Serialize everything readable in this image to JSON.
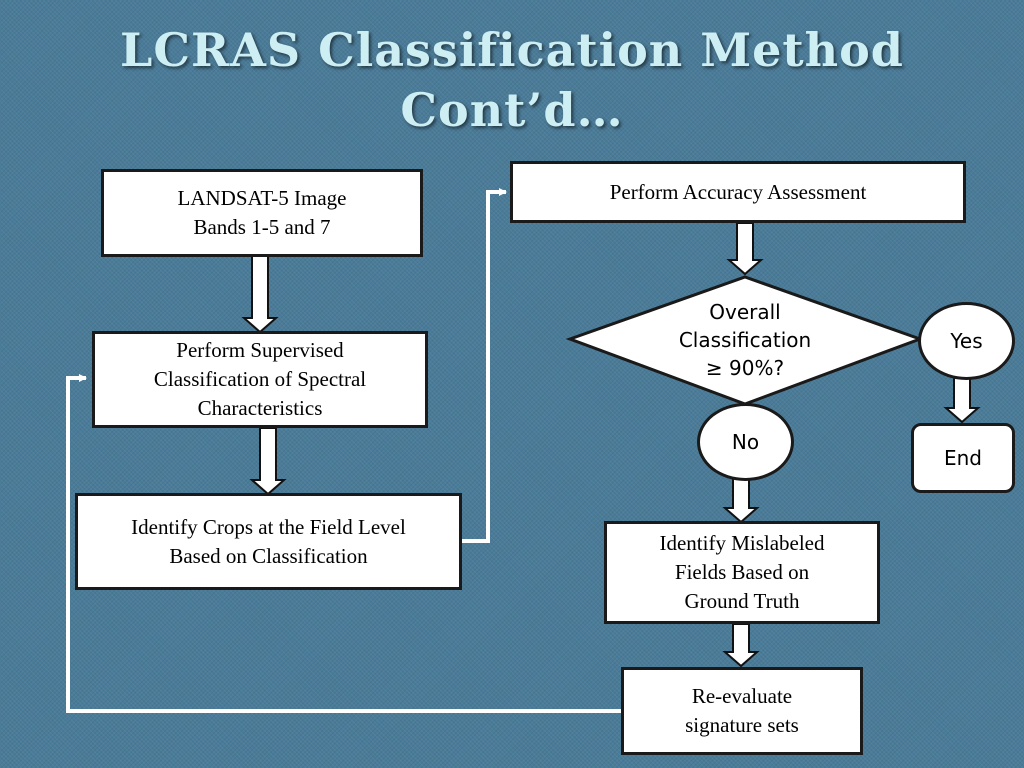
{
  "title": {
    "line1": "LCRAS Classification Method",
    "line2": "Cont’d…"
  },
  "nodes": {
    "landsat": "LANDSAT-5 Image\nBands 1-5 and 7",
    "supervised": "Perform Supervised\nClassification of Spectral\nCharacteristics",
    "identify_crops": "Identify Crops at the Field Level\nBased on Classification",
    "accuracy": "Perform Accuracy Assessment",
    "decision": "Overall\nClassification\n≥ 90%?",
    "yes": "Yes",
    "end": "End",
    "no": "No",
    "mislabeled": "Identify Mislabeled\nFields Based on\nGround Truth",
    "reevaluate": "Re-evaluate\nsignature sets"
  },
  "colors": {
    "background": "#4a7b98",
    "title": "#cdeef2",
    "box_fill": "#ffffff",
    "border": "#1a1a1a",
    "connector": "#ffffff"
  }
}
